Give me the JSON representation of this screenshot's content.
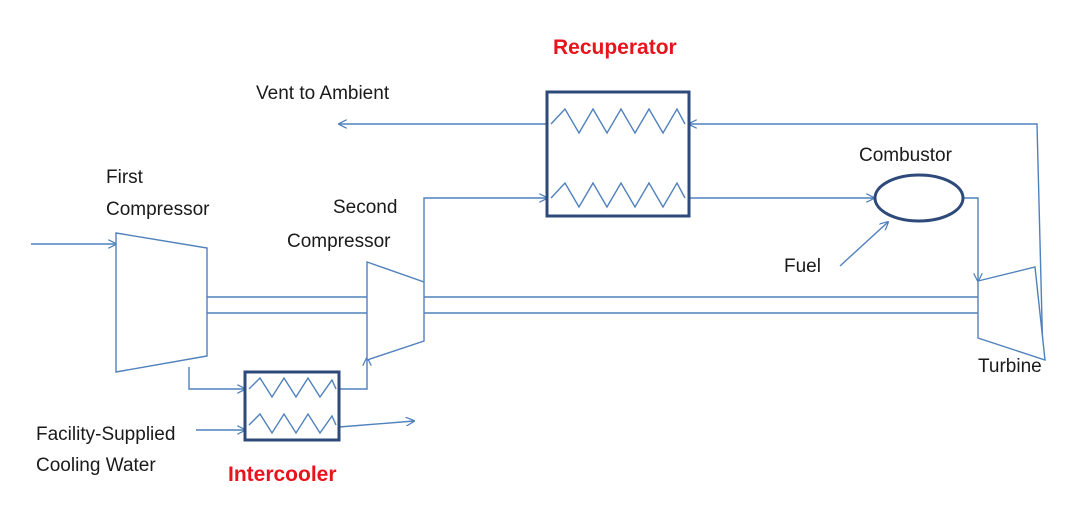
{
  "labels": {
    "recuperator": "Recuperator",
    "intercooler": "Intercooler",
    "vent": "Vent to Ambient",
    "first_compressor_l1": "First",
    "first_compressor_l2": "Compressor",
    "second_compressor_l1": "Second",
    "second_compressor_l2": "Compressor",
    "combustor": "Combustor",
    "fuel": "Fuel",
    "turbine": "Turbine",
    "cooling_water_l1": "Facility-Supplied",
    "cooling_water_l2": "Cooling Water"
  },
  "colors": {
    "flow_line": "#4f81bd",
    "equipment_border": "#2e4a7a",
    "title_red": "#e8141c",
    "text": "#1a1a1a"
  }
}
